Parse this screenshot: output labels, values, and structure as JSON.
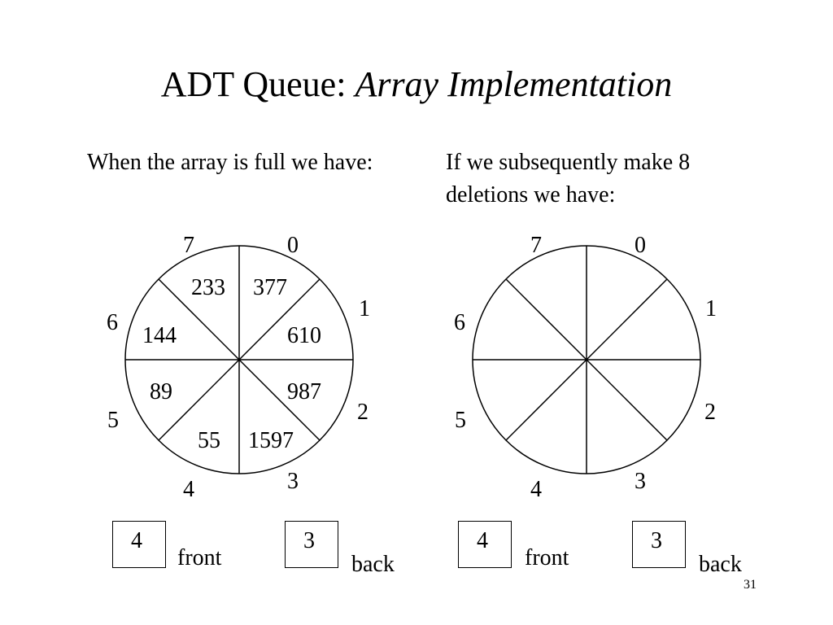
{
  "title": {
    "main": "ADT Queue: ",
    "italic": "Array Implementation"
  },
  "left": {
    "caption": "When the array is full we have:",
    "indices": [
      "0",
      "1",
      "2",
      "3",
      "4",
      "5",
      "6",
      "7"
    ],
    "values": [
      "377",
      "610",
      "987",
      "1597",
      "55",
      "89",
      "144",
      "233"
    ],
    "front": {
      "value": "4",
      "label": "front"
    },
    "back": {
      "value": "3",
      "label": "back"
    }
  },
  "right": {
    "caption": "If we subsequently make 8 deletions we have:",
    "indices": [
      "0",
      "1",
      "2",
      "3",
      "4",
      "5",
      "6",
      "7"
    ],
    "values": [
      "",
      "",
      "",
      "",
      "",
      "",
      "",
      ""
    ],
    "front": {
      "value": "4",
      "label": "front"
    },
    "back": {
      "value": "3",
      "label": "back"
    }
  },
  "page_number": "31"
}
